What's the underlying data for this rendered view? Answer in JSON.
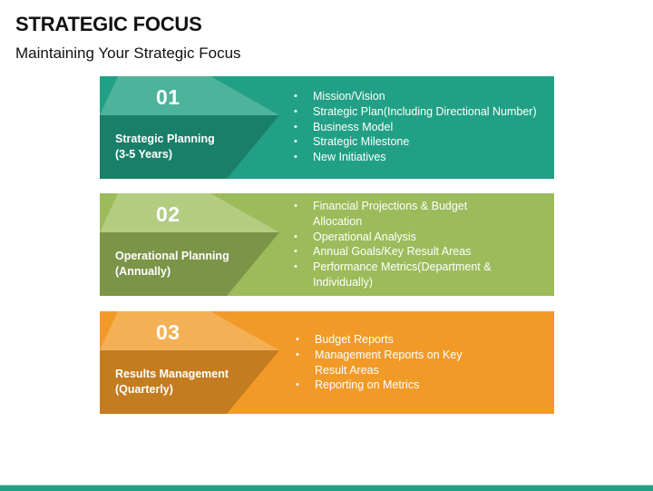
{
  "header": {
    "title": "STRATEGIC FOCUS",
    "subtitle": "Maintaining Your Strategic Focus"
  },
  "blocks": [
    {
      "number": "01",
      "label_line1": "Strategic Planning",
      "label_line2": "(3-5 Years)",
      "colors": {
        "main": "#22a085",
        "light": "#4db39b",
        "dark": "#1a7f69"
      },
      "bullets": [
        "Mission/Vision",
        "Strategic Plan(Including Directional Number)",
        "Business Model",
        "Strategic Milestone",
        "New Initiatives"
      ]
    },
    {
      "number": "02",
      "label_line1": "Operational Planning",
      "label_line2": "(Annually)",
      "colors": {
        "main": "#9cbb5a",
        "light": "#b3cc80",
        "dark": "#7b9448"
      },
      "bullets": [
        "Financial Projections & Budget Allocation",
        "Operational Analysis",
        "Annual Goals/Key Result Areas",
        "Performance Metrics(Department & Individually)"
      ]
    },
    {
      "number": "03",
      "label_line1": "Results Management",
      "label_line2": "(Quarterly)",
      "colors": {
        "main": "#f19a28",
        "light": "#f4b055",
        "dark": "#c47c20"
      },
      "bullets": [
        "Budget Reports",
        "Management Reports on Key Result Areas",
        "Reporting on Metrics"
      ]
    }
  ],
  "footer": {
    "bar_color": "#22a085"
  }
}
